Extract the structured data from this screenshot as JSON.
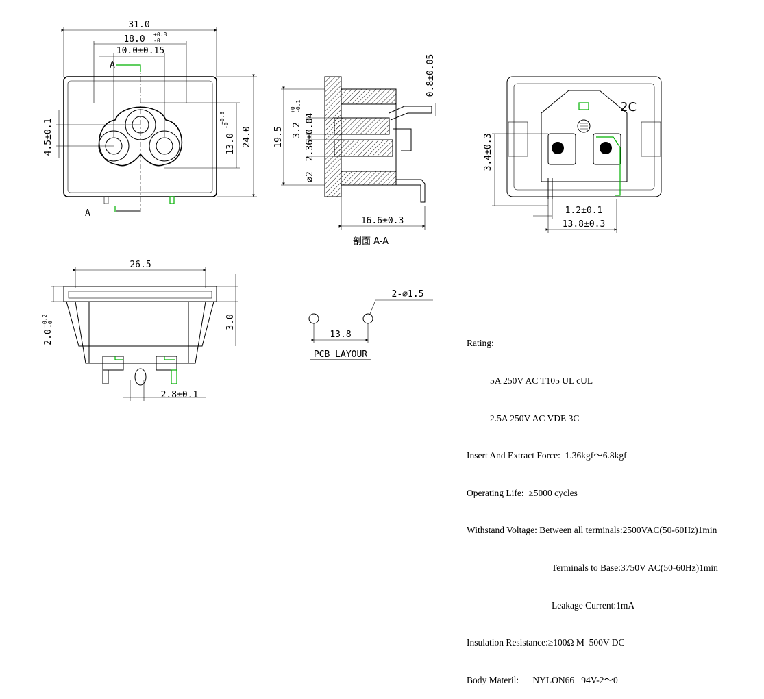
{
  "front_view": {
    "dim_width": "31.0",
    "dim_18": "18.0",
    "dim_18_tol_upper": "+0.8",
    "dim_18_tol_lower": "-0",
    "dim_10": "10.0±0.15",
    "dim_4_5": "4.5±0.1",
    "dim_13": "13.0",
    "dim_13_tol_upper": "+0.8",
    "dim_13_tol_lower": "-0",
    "dim_24": "24.0",
    "section_mark_top": "A",
    "section_mark_bottom": "A"
  },
  "section_view": {
    "dim_0_8": "0.8±0.05",
    "dim_19_5": "19.5",
    "dim_3_2": "3.2",
    "dim_3_2_tol_upper": "+0",
    "dim_3_2_tol_lower": "-0.1",
    "dim_2_36": "2.36±0.04",
    "dim_diam_2": "∅2",
    "dim_16_6": "16.6±0.3",
    "caption": "剖面 A-A"
  },
  "rear_view": {
    "marking": "2C",
    "dim_3_4": "3.4±0.3",
    "dim_1_2": "1.2±0.1",
    "dim_13_8": "13.8±0.3"
  },
  "bottom_view": {
    "dim_26_5": "26.5",
    "dim_2_0": "2.0",
    "dim_2_0_tol_upper": "+0.2",
    "dim_2_0_tol_lower": "-0",
    "dim_3_0": "3.0",
    "dim_2_8": "2.8±0.1"
  },
  "pcb_layout": {
    "hole_dim": "2-∅1.5",
    "pitch": "13.8",
    "caption": "PCB LAYOUR"
  },
  "specs": {
    "rating_label": "Rating:",
    "rating_1": "5A 250V AC T105 UL cUL",
    "rating_2": "2.5A 250V AC VDE 3C",
    "force": "Insert And Extract Force:  1.36kgf～6.8kgf",
    "life": "Operating Life:  ≥5000 cycles",
    "withstand_1": "Withstand Voltage: Between all terminals:2500VAC(50-60Hz)1min",
    "withstand_2": "Terminals to Base:3750V AC(50-60Hz)1min",
    "withstand_3": "Leakage Current:1mA",
    "insulation": "Insulation Resistance:≥100Ω M  500V DC",
    "body": "Body Materil:      NYLON66   94V-2～0"
  }
}
